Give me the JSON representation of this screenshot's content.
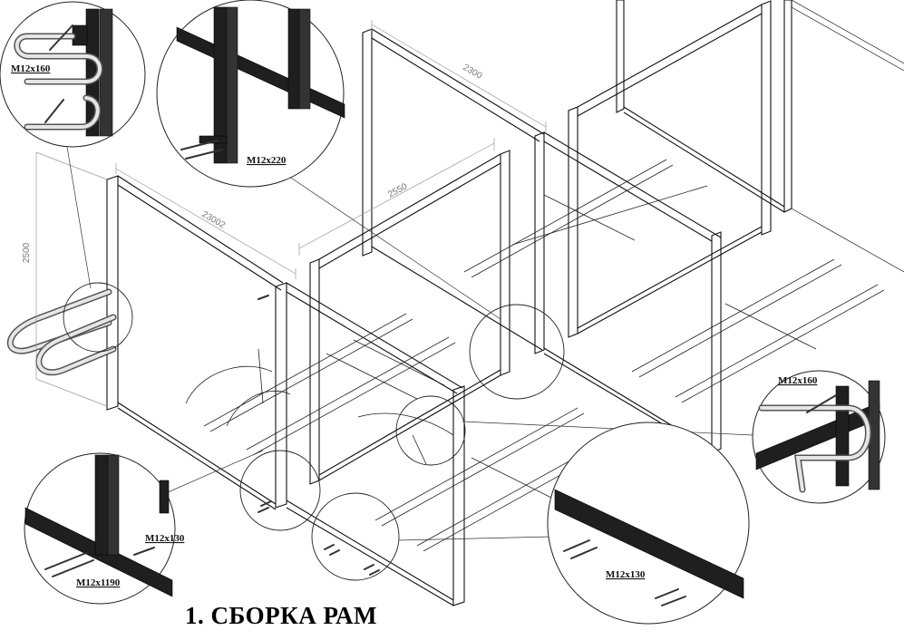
{
  "title": "1. СБОРКА РАМ",
  "dimensions": {
    "d_2300": "2300",
    "d_2550": "2550",
    "d_23002": "23002",
    "d_2500": "2500"
  },
  "callouts": {
    "topleft_bolt": "M12x160",
    "topcenter_bolt": "M12x220",
    "right_bolt": "M12x160",
    "bottomleft_bolt_a": "M12x130",
    "bottomleft_bolt_b": "M12x1190",
    "bottomright_bolt": "M12x130"
  }
}
